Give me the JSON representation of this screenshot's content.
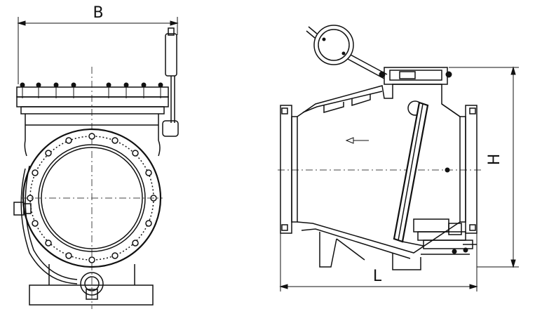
{
  "dimensions": {
    "front_width_label": "B",
    "side_height_label": "H",
    "side_length_label": "L"
  }
}
